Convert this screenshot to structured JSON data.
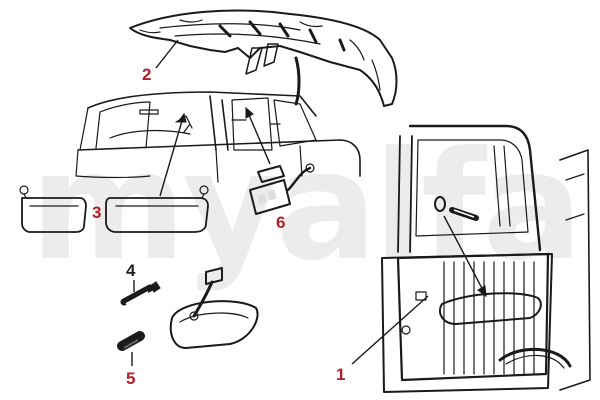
{
  "watermark": "myalfa",
  "callouts": [
    {
      "label": "1"
    },
    {
      "label": "2"
    },
    {
      "label": "3"
    },
    {
      "label": "4"
    },
    {
      "label": "5"
    },
    {
      "label": "6"
    }
  ],
  "colors": {
    "callout_red": "#b0202a",
    "callout_dark": "#222222",
    "ink": "#1a1a1a",
    "watermark": "#ececec"
  }
}
